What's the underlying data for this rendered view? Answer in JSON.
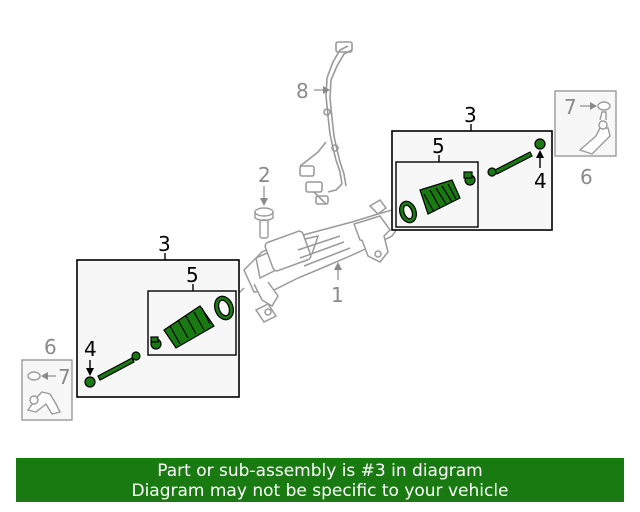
{
  "callouts": {
    "rack_assembly": "1",
    "bolt": "2",
    "tie_rod_kit_right": "3",
    "tie_rod_kit_left": "3",
    "inner_tie_rod_right": "4",
    "inner_tie_rod_left": "4",
    "boot_kit_right": "5",
    "boot_kit_left": "5",
    "outer_tie_rod_right": "6",
    "outer_tie_rod_left": "6",
    "nut_right": "7",
    "nut_left": "7",
    "wiring_harness": "8"
  },
  "banner": {
    "line1": "Part or sub-assembly is #3 in diagram",
    "line2": "Diagram may not be specific to your vehicle",
    "background": "#1a7a12"
  },
  "colors": {
    "highlight_part": "#1a7a12",
    "outline_gray": "#9a9a9a",
    "kit_box_fill": "#f7f7f7"
  }
}
